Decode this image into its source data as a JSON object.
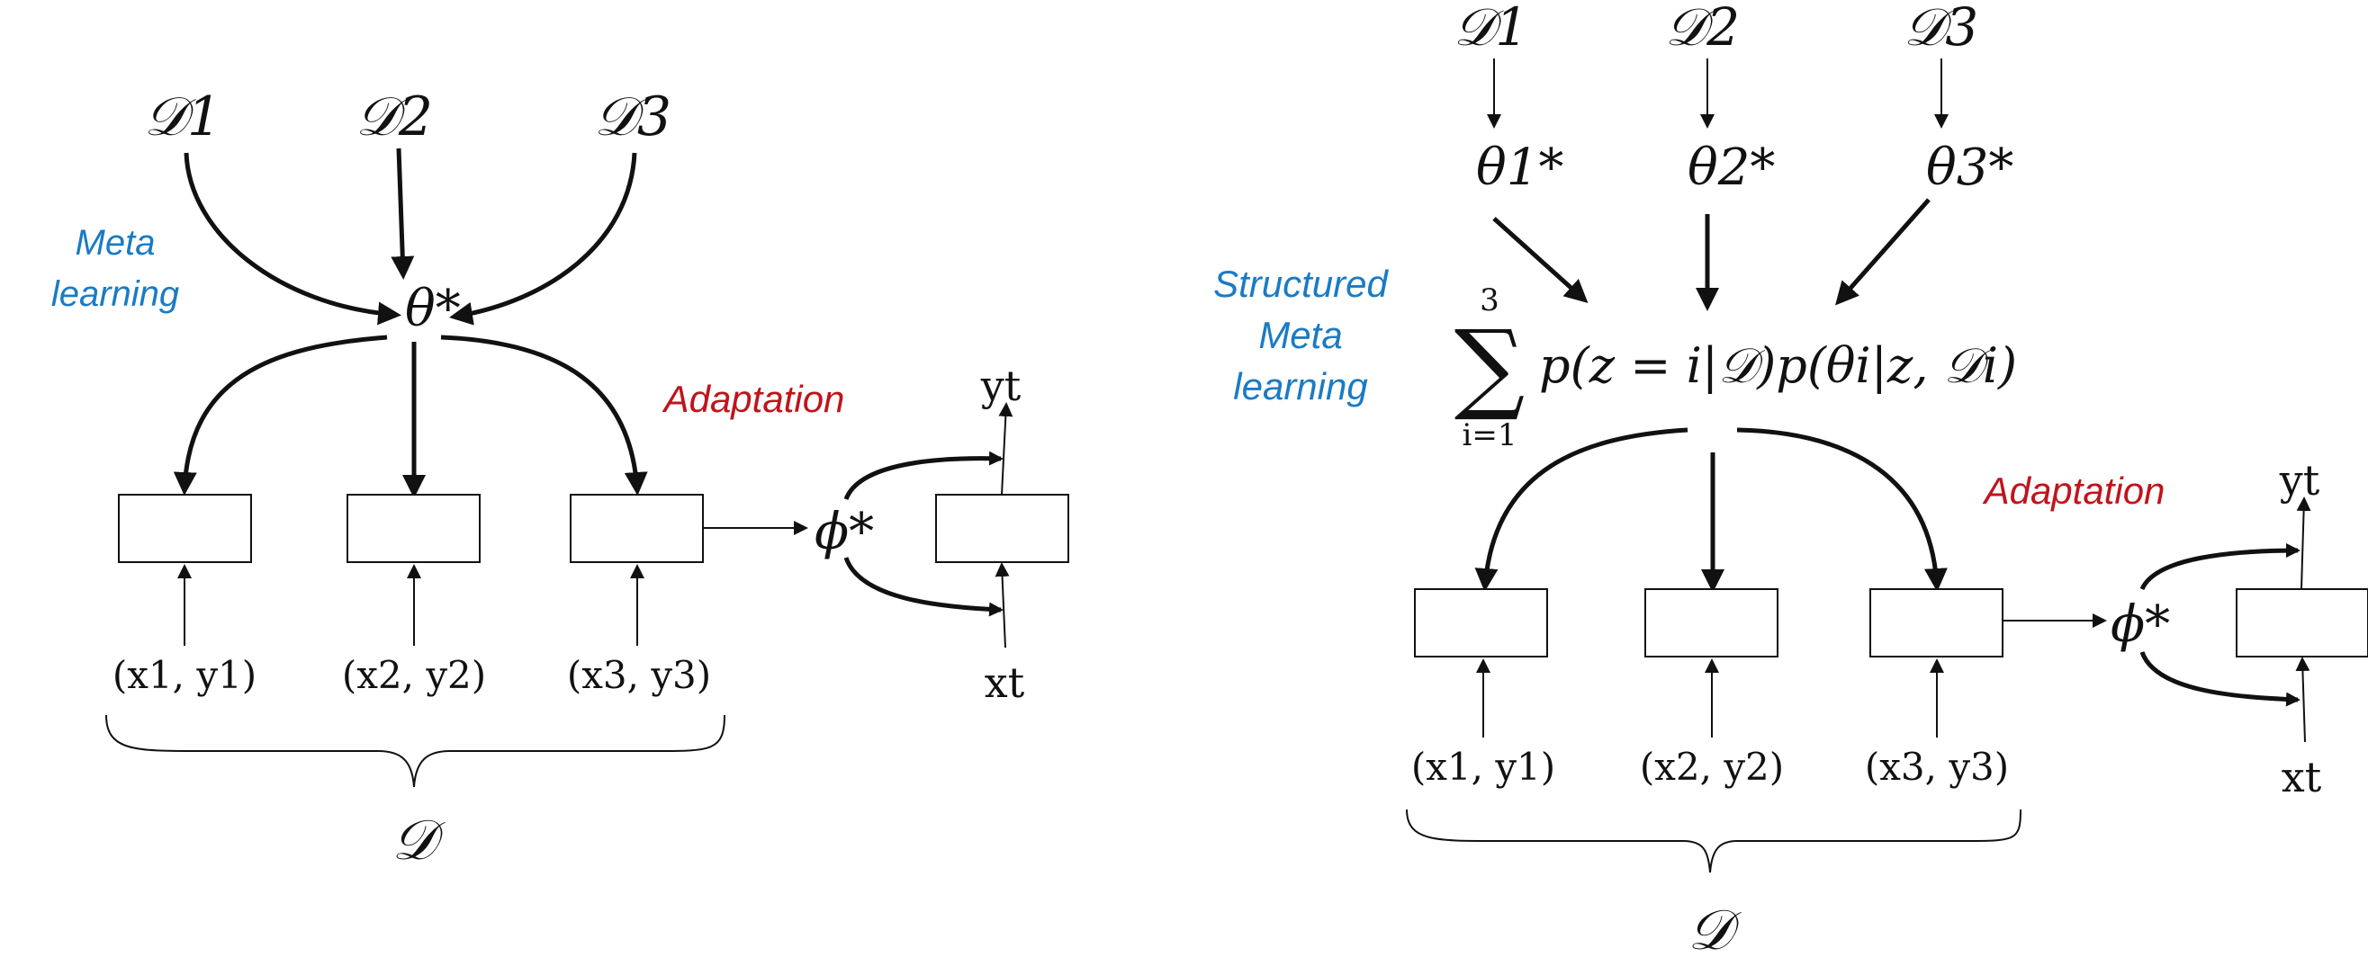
{
  "left": {
    "datasets": [
      "𝒟1",
      "𝒟2",
      "𝒟3"
    ],
    "center_param": "θ*",
    "meta_label": [
      "Meta",
      "learning"
    ],
    "inputs": [
      "(x1, y1)",
      "(x2, y2)",
      "(x3, y3)"
    ],
    "adapted_param": "ϕ*",
    "adaptation_label": "Adaptation",
    "output_y": "yt",
    "output_x": "xt",
    "dataset_total": "𝒟"
  },
  "right": {
    "datasets": [
      "𝒟1",
      "𝒟2",
      "𝒟3"
    ],
    "thetas": [
      "θ1*",
      "θ2*",
      "θ3*"
    ],
    "meta_label": [
      "Structured",
      "Meta",
      "learning"
    ],
    "sum_upper": "3",
    "sum_lower": "i=1",
    "sum_expression": "p(z = i|𝒟)p(θi|z, 𝒟i)",
    "inputs": [
      "(x1, y1)",
      "(x2, y2)",
      "(x3, y3)"
    ],
    "adapted_param": "ϕ*",
    "adaptation_label": "Adaptation",
    "output_y": "yt",
    "output_x": "xt",
    "dataset_total": "𝒟"
  }
}
